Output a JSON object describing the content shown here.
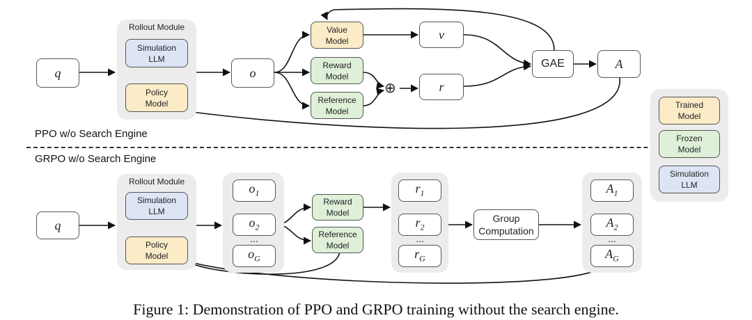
{
  "colors": {
    "trained": "#fbebc6",
    "frozen": "#dff0d8",
    "simulation": "#dde5f5"
  },
  "ppo": {
    "section_label": "PPO w/o Search Engine",
    "query": "q",
    "rollout": {
      "title": "Rollout Module",
      "simulation": "Simulation\nLLM",
      "policy": "Policy\nModel"
    },
    "output": "o",
    "value_model": "Value\nModel",
    "reward_model": "Reward\nModel",
    "reference_model": "Reference\nModel",
    "oplus": "⊕",
    "v": "v",
    "r": "r",
    "gae": "GAE",
    "advantage": "A"
  },
  "grpo": {
    "section_label": "GRPO w/o Search Engine",
    "query": "q",
    "rollout": {
      "title": "Rollout Module",
      "simulation": "Simulation\nLLM",
      "policy": "Policy\nModel"
    },
    "outputs": {
      "first": "o",
      "first_sub": "1",
      "second": "o",
      "second_sub": "2",
      "last": "o",
      "last_sub": "G"
    },
    "reward_model": "Reward\nModel",
    "reference_model": "Reference\nModel",
    "rewards": {
      "first": "r",
      "first_sub": "1",
      "second": "r",
      "second_sub": "2",
      "last": "r",
      "last_sub": "G"
    },
    "group": "Group\nComputation",
    "advantages": {
      "first": "A",
      "first_sub": "1",
      "second": "A",
      "second_sub": "2",
      "last": "A",
      "last_sub": "G"
    },
    "ellipsis": "..."
  },
  "legend": {
    "trained": "Trained\nModel",
    "frozen": "Frozen\nModel",
    "simulation": "Simulation\nLLM"
  },
  "caption": "Figure 1: Demonstration of PPO and GRPO training without the search engine."
}
